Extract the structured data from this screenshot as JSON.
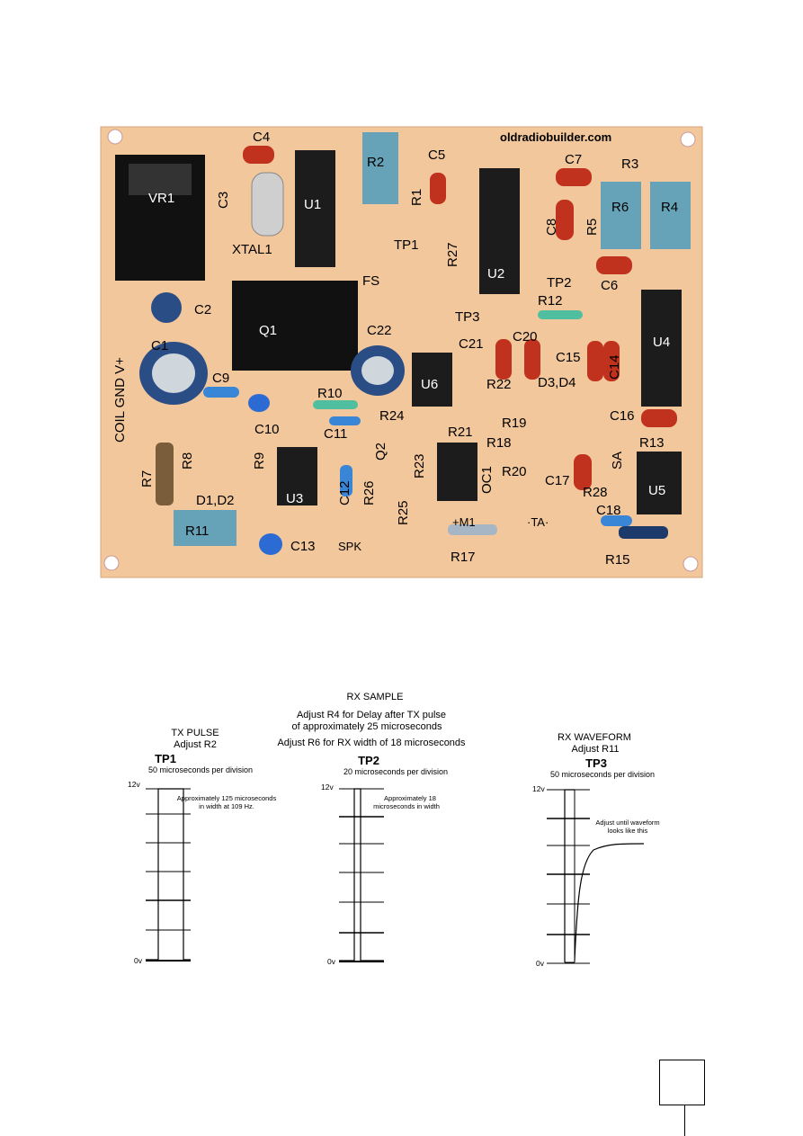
{
  "photo": {
    "watermark": "oldradiobuilder.com",
    "labels": [
      "C4",
      "C5",
      "C7",
      "R3",
      "VR1",
      "C3",
      "U1",
      "R2",
      "R1",
      "R6",
      "R4",
      "C8",
      "R5",
      "XTAL1",
      "TP1",
      "R27",
      "U2",
      "FS",
      "TP2",
      "C6",
      "R12",
      "TP3",
      "C2",
      "Q1",
      "C22",
      "U4",
      "C1",
      "C21",
      "C20",
      "C15",
      "C14",
      "R22",
      "D3,D4",
      "C9",
      "R10",
      "U6",
      "COIL GND V+",
      "C10",
      "C11",
      "R24",
      "Q2",
      "R21",
      "R19",
      "C16",
      "R13",
      "R18",
      "R7",
      "R8",
      "R9",
      "R23",
      "R20",
      "SA",
      "C17",
      "U5",
      "D1,D2",
      "U3",
      "C12",
      "R26",
      "R25",
      "OC1",
      "R28",
      "C18",
      "R11",
      "C13",
      "SPK",
      "M1",
      "TA",
      "R17",
      "R15"
    ],
    "colors": {
      "board": "#f3c9a0",
      "background": "#ffffff"
    }
  },
  "scopes": {
    "rx_sample": {
      "title": "RX SAMPLE",
      "line1": "Adjust R4 for Delay after TX pulse",
      "line2": "of approximately 25 microseconds",
      "line3": "Adjust R6 for RX width of 18 microseconds"
    },
    "tp1": {
      "title": "TX PULSE",
      "adjust": "Adjust R2",
      "tp": "TP1",
      "scale": "50 microseconds per division",
      "note1": "Approximately 125 microseconds",
      "note2": "in width at 109 Hz.",
      "ymax": "12v",
      "ymin": "0v"
    },
    "tp2": {
      "tp": "TP2",
      "scale": "20 microseconds per division",
      "note1": "Approximately 18",
      "note2": "microseconds in width",
      "ymax": "12v",
      "ymin": "0v"
    },
    "tp3": {
      "title": "RX WAVEFORM",
      "adjust": "Adjust R11",
      "tp": "TP3",
      "scale": "50 microseconds per division",
      "note1": "Adjust until waveform",
      "note2": "looks like this",
      "ymax": "12v",
      "ymin": "0v"
    }
  }
}
